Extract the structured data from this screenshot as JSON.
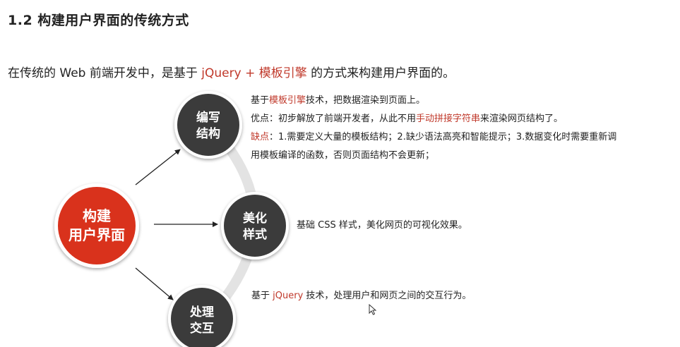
{
  "section": {
    "title": "1.2 构建用户界面的传统方式"
  },
  "intro": {
    "prefix": "在传统的 Web 前端开发中，是基于 ",
    "highlight": "jQuery + 模板引擎",
    "suffix": " 的方式来构建用户界面的。"
  },
  "diagram": {
    "center": {
      "line1": "构建",
      "line2": "用户界面"
    },
    "nodes": [
      {
        "line1": "编写",
        "line2": "结构"
      },
      {
        "line1": "美化",
        "line2": "样式"
      },
      {
        "line1": "处理",
        "line2": "交互"
      }
    ]
  },
  "details": {
    "structure": {
      "line1_prefix": "基于",
      "line1_highlight": "模板引擎",
      "line1_suffix": "技术，把数据渲染到页面上。",
      "line2_prefix": "优点：初步解放了前端开发者，从此不用",
      "line2_highlight": "手动拼接字符串",
      "line2_suffix": "来渲染网页结构了。",
      "line3_label": "缺点",
      "line3_text": "：1.需要定义大量的模板结构；2.缺少语法高亮和智能提示；3.数据变化时需要重新调",
      "line4_text": "用模板编译的函数，否则页面结构不会更新；"
    },
    "style": {
      "text": "基础 CSS 样式，美化网页的可视化效果。"
    },
    "interaction": {
      "prefix": "基于 ",
      "highlight": "jQuery",
      "suffix": " 技术，处理用户和网页之间的交互行为。"
    }
  },
  "colors": {
    "accent_red": "#d9301c",
    "node_dark": "#3a3a3a",
    "arc_gray": "#e3e3e3",
    "text_red": "#c0392b"
  }
}
